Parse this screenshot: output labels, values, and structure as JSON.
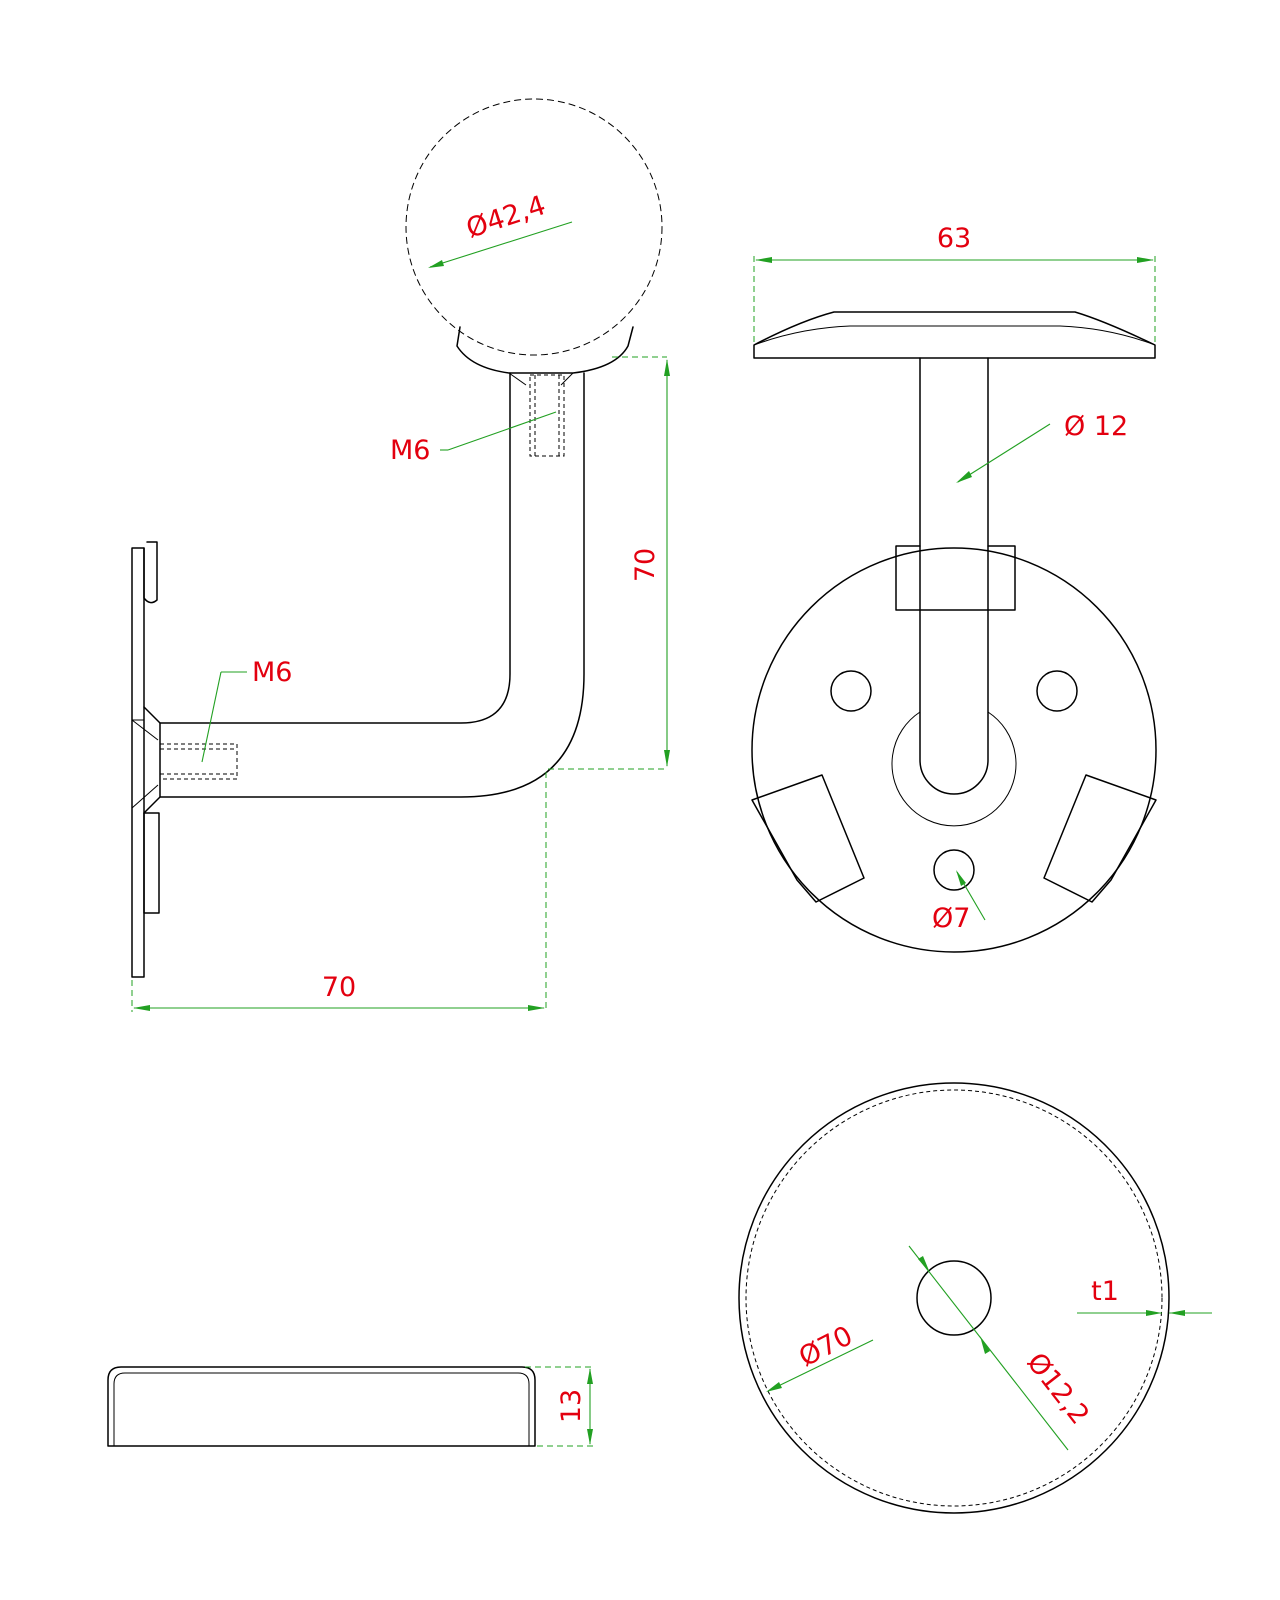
{
  "drawing": {
    "side_view": {
      "ball_diameter": "Ø42,4",
      "thread_top": "M6",
      "thread_wall": "M6",
      "height": "70",
      "projection": "70"
    },
    "front_view": {
      "saddle_width": "63",
      "tube_diameter": "Ø 12",
      "hole_diameter": "Ø7"
    },
    "cover_side_view": {
      "height": "13"
    },
    "cover_top_view": {
      "outer_diameter": "Ø70",
      "hole_diameter": "Ø12,2",
      "thickness": "t1"
    }
  },
  "colors": {
    "outline": "#000000",
    "dimension_line": "#22a022",
    "dimension_text": "#e3000f",
    "background": "#ffffff"
  }
}
